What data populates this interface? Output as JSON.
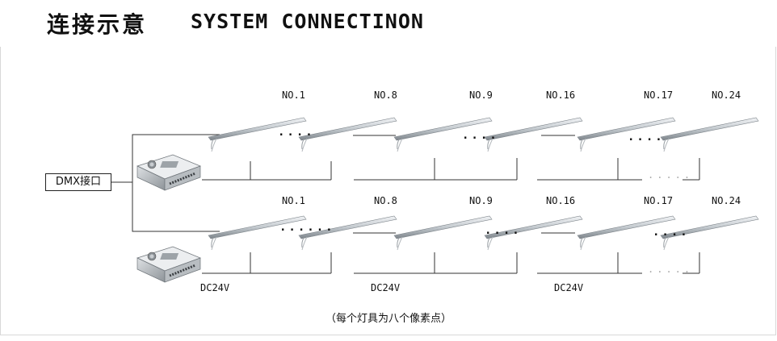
{
  "title": {
    "zh": "连接示意",
    "en": "SYSTEM CONNECTINON"
  },
  "dmx_label": "DMX接口",
  "row1": {
    "labels": [
      "NO.1",
      "NO.8",
      "NO.9",
      "NO.16",
      "NO.17",
      "NO.24"
    ],
    "dots": [
      "....",
      "....",
      "....",
      "....."
    ]
  },
  "row2": {
    "labels": [
      "NO.1",
      "NO.8",
      "NO.9",
      "NO.16",
      "NO.17",
      "NO.24"
    ],
    "dots": [
      "......",
      "....",
      "....",
      "....."
    ]
  },
  "power_labels": [
    "DC24V",
    "DC24V",
    "DC24V"
  ],
  "note": "（每个灯具为八个像素点）",
  "colors": {
    "line": "#333333",
    "tube": "#c9cfd4",
    "tube_edge": "#8a9096",
    "psu": "#a9aeb3"
  }
}
